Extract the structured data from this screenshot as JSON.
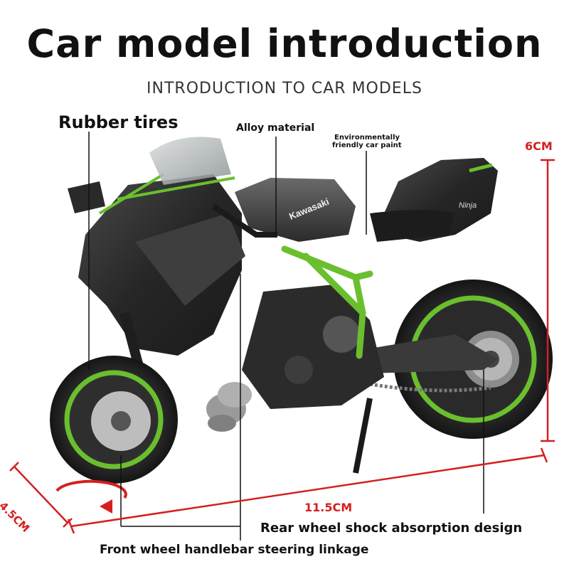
{
  "heading": {
    "title": "Car model introduction",
    "subtitle": "INTRODUCTION TO CAR MODELS"
  },
  "callouts": {
    "rubber_tires": "Rubber tires",
    "alloy_material": "Alloy material",
    "paint_line1": "Environmentally",
    "paint_line2": "friendly car paint",
    "rear_shock": "Rear wheel shock absorption design",
    "front_steering": "Front wheel handlebar steering linkage"
  },
  "bike_decals": {
    "tank_brand": "Kawasaki",
    "tail_model": "Ninja"
  },
  "dimensions": {
    "height": "6CM",
    "length": "11.5CM",
    "width": "4.5CM"
  },
  "colors": {
    "accent_green": "#6abf2e",
    "dimension_red": "#d42020"
  }
}
